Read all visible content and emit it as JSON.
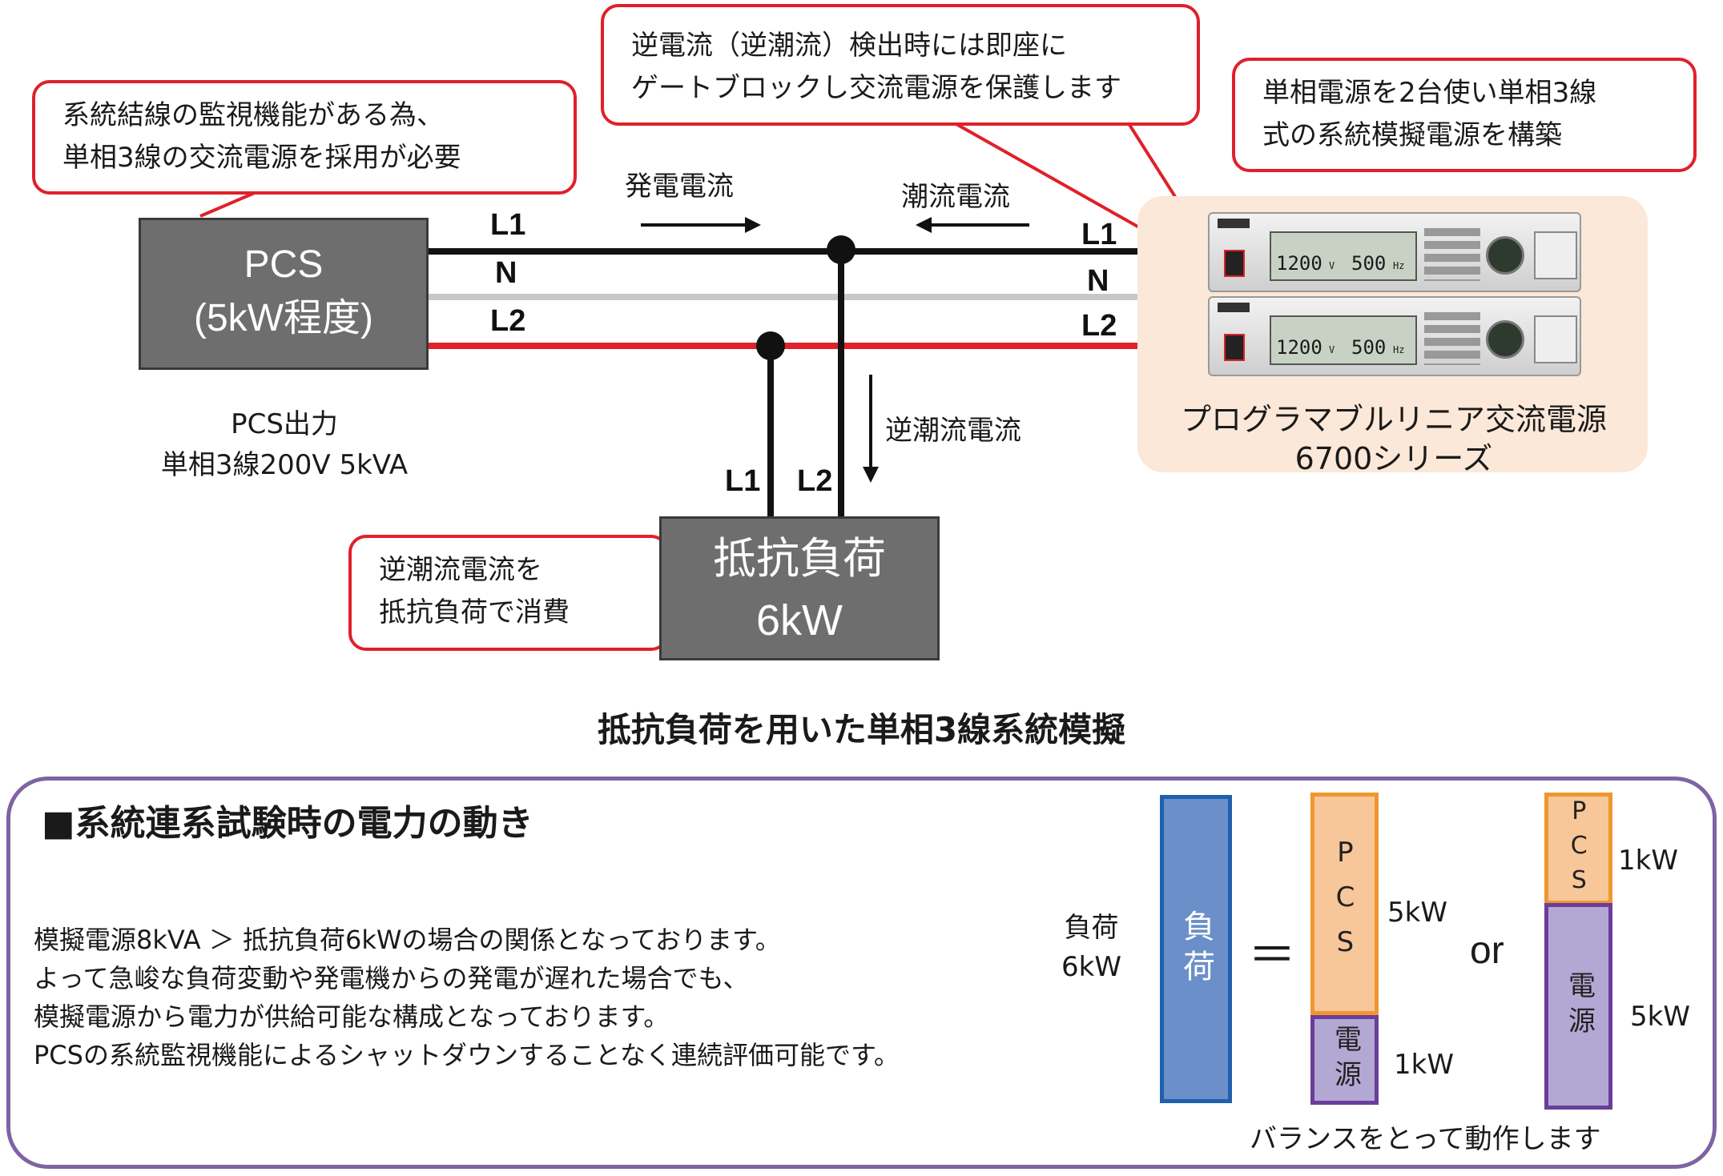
{
  "callouts": {
    "pcs_monitor": [
      "系統結線の監視機能がある為、",
      "単相3線の交流電源を採用が必要"
    ],
    "reverse_current": [
      "逆電流（逆潮流）検出時には即座に",
      "ゲートブロックし交流電源を保護します"
    ],
    "single_phase": [
      "単相電源を2台使い単相3線",
      "式の系統模擬電源を構築"
    ],
    "load_consume": [
      "逆潮流電流を",
      "抵抗負荷で消費"
    ]
  },
  "pcs_box": {
    "line1": "PCS",
    "line2": "(5kW程度)"
  },
  "pcs_output": [
    "PCS出力",
    "単相3線200V 5kVA"
  ],
  "wires_left": {
    "l1": "L1",
    "n": "N",
    "l2": "L2"
  },
  "wires_right": {
    "l1": "L1",
    "n": "N",
    "l2": "L2"
  },
  "load_wires": {
    "l1": "L1",
    "l2": "L2"
  },
  "currents": {
    "generation": "発電電流",
    "flow": "潮流電流",
    "reverse": "逆潮流電流"
  },
  "load_box": {
    "line1": "抵抗負荷",
    "line2": "6kW"
  },
  "device": {
    "name": "プログラマブルリニア交流電源",
    "series": "6700シリーズ",
    "display_v": "1200",
    "display_v_unit": "V",
    "display_hz": "500",
    "display_hz_unit": "Hz"
  },
  "figure_caption": "抵抗負荷を用いた単相3線系統模擬",
  "panel": {
    "heading": "■系統連系試験時の電力の動き",
    "body": [
      "模擬電源8kVA ＞ 抵抗負荷6kWの場合の関係となっております。",
      "よって急峻な負荷変動や発電機からの発電が遅れた場合でも、",
      "模擬電源から電力が供給可能な構成となっております。",
      "PCSの系統監視機能によるシャットダウンすることなく連続評価可能です。"
    ],
    "load_label": [
      "負荷",
      "6kW"
    ],
    "load_bar_text": "負荷",
    "equals": "＝",
    "or": "or",
    "case1": {
      "pcs_text": "PCS",
      "pcs_value": "5kW",
      "src_text": "電源",
      "src_value": "1kW"
    },
    "case2": {
      "pcs_text": "PCS",
      "pcs_value": "1kW",
      "src_text": "電源",
      "src_value": "5kW"
    },
    "footer": "バランスをとって動作します"
  },
  "colors": {
    "callout_border": "#e0202a",
    "l2_wire": "#e0202a",
    "n_wire": "#c8c8c8",
    "pcs_bar_fill": "#f7c79a",
    "pcs_bar_border": "#f0962e",
    "src_bar_fill": "#b3a8d4",
    "src_bar_border": "#6a3d9a",
    "load_bar_fill": "#6a8fc9",
    "load_bar_border": "#1f5fae",
    "panel_border": "#7f63a3"
  }
}
